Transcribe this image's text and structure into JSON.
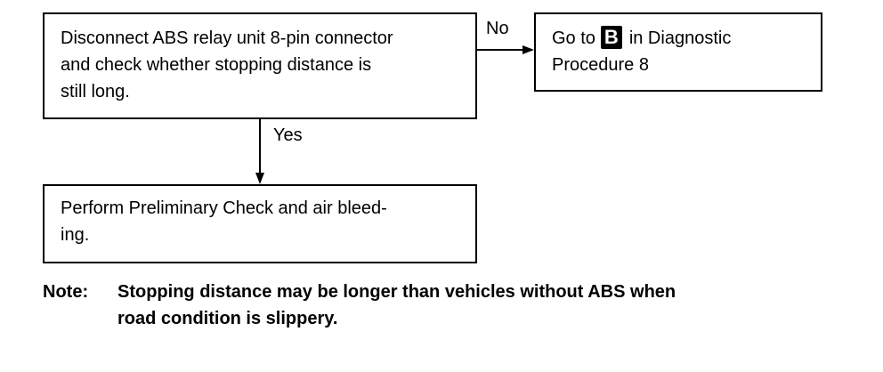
{
  "flowchart": {
    "check_box": {
      "lines": [
        "Disconnect ABS relay unit 8-pin connector",
        "and check whether stopping distance is",
        "still long."
      ]
    },
    "goto_box": {
      "prefix": "Go to",
      "badge": "B",
      "suffix": "in Diagnostic",
      "line2": "Procedure 8"
    },
    "perform_box": {
      "lines": [
        "Perform Preliminary Check and air bleed-",
        "ing."
      ]
    },
    "edges": {
      "no_label": "No",
      "yes_label": "Yes"
    }
  },
  "note": {
    "label": "Note:",
    "lines": [
      "Stopping distance may be longer than vehicles without ABS when",
      "road condition is slippery."
    ]
  }
}
